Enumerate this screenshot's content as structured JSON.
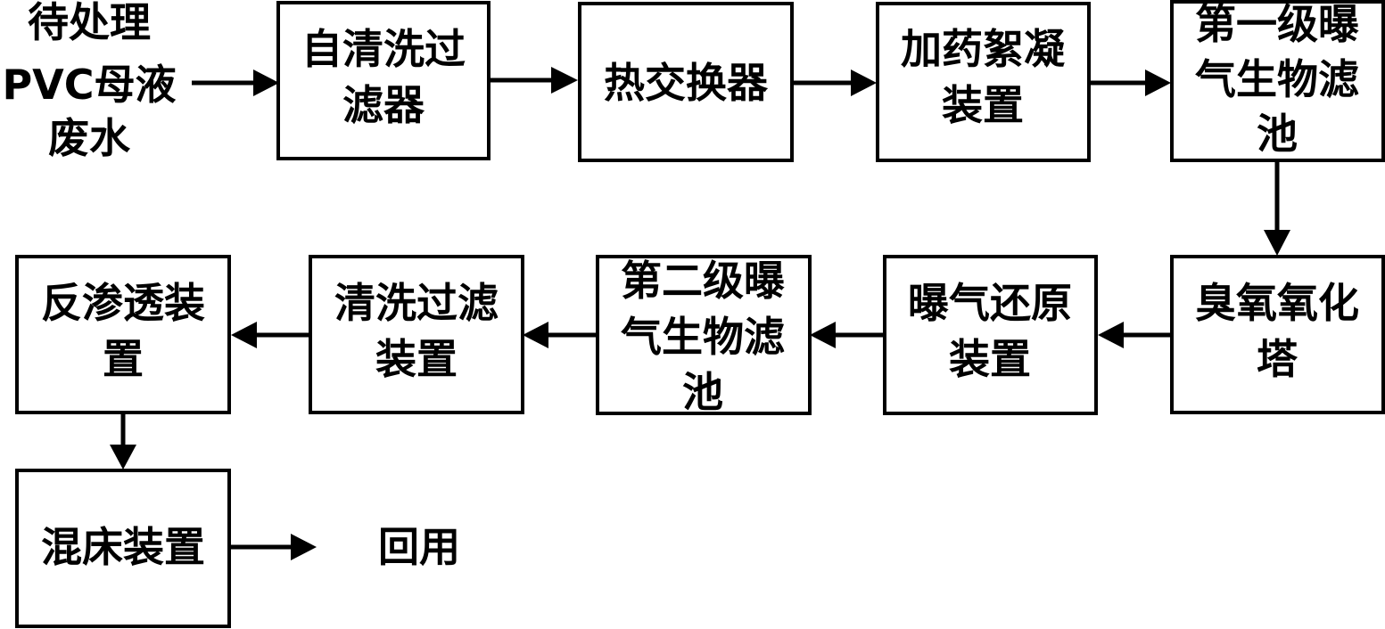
{
  "input_label": [
    "待处理",
    "PVC母液",
    "废水"
  ],
  "nodes": [
    {
      "lines": [
        "自清洗过",
        "滤器"
      ]
    },
    {
      "lines": [
        "热交换器"
      ]
    },
    {
      "lines": [
        "加药絮凝",
        "装置"
      ]
    },
    {
      "lines": [
        "第一级曝",
        "气生物滤",
        "池"
      ]
    },
    {
      "lines": [
        "臭氧氧化",
        "塔"
      ]
    },
    {
      "lines": [
        "曝气还原",
        "装置"
      ]
    },
    {
      "lines": [
        "第二级曝",
        "气生物滤",
        "池"
      ]
    },
    {
      "lines": [
        "清洗过滤",
        "装置"
      ]
    },
    {
      "lines": [
        "反渗透装",
        "置"
      ]
    },
    {
      "lines": [
        "混床装置"
      ]
    }
  ],
  "output_label": "回用"
}
